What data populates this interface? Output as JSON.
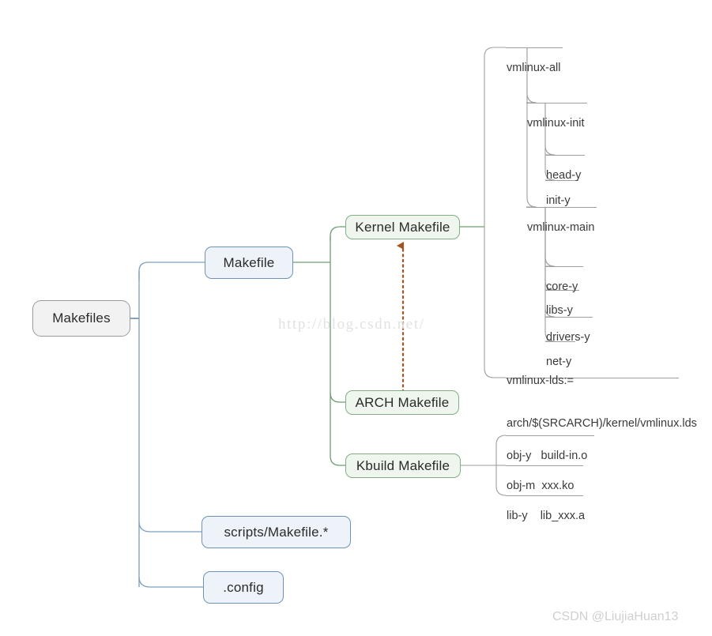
{
  "diagram": {
    "type": "mind-map",
    "title": "Linux Kernel Makefiles mind map",
    "colors": {
      "root_fill": "#f2f2f2",
      "root_stroke": "#9a9a9a",
      "blue_fill": "#eef3fa",
      "blue_stroke": "#6f93b8",
      "green_fill": "#eef6ee",
      "green_stroke": "#82ae86",
      "tree_line": "#9e9e9e",
      "arrow": "#a8521d",
      "watermark": "#e2e2e2"
    }
  },
  "root": {
    "label": "Makefiles"
  },
  "level1": [
    {
      "label": "Makefile"
    },
    {
      "label": "scripts/Makefile.*"
    },
    {
      "label": ".config"
    }
  ],
  "level2": [
    {
      "label": "Kernel Makefile"
    },
    {
      "label": "ARCH Makefile"
    },
    {
      "label": "Kbuild Makefile"
    }
  ],
  "kernel_tree": [
    {
      "label": "vmlinux-all"
    },
    {
      "label": "vmlinux-init"
    },
    {
      "label": "head-y"
    },
    {
      "label": "init-y"
    },
    {
      "label": "vmlinux-main"
    },
    {
      "label": "core-y"
    },
    {
      "label": "libs-y"
    },
    {
      "label": "drivers-y"
    },
    {
      "label": "net-y"
    }
  ],
  "vmlinux_lds": {
    "line1": "vmlinux-lds:=",
    "line2": "arch/$(SRCARCH)/kernel/vmlinux.lds"
  },
  "kbuild_tree": [
    {
      "label": "obj-y   build-in.o"
    },
    {
      "label": "obj-m  xxx.ko"
    },
    {
      "label": "lib-y    lib_xxx.a"
    }
  ],
  "annotations": {
    "arch_to_kernel_arrow": "include / upward reference"
  },
  "watermarks": {
    "url": "http://blog.csdn.net/",
    "author": "CSDN @LiujiaHuan13"
  }
}
